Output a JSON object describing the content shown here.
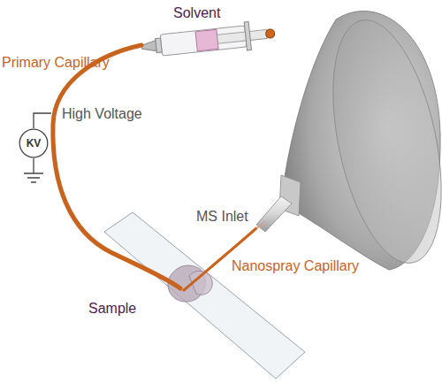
{
  "diagram": {
    "nodes": [
      {
        "text": [
          "KV"
        ]
      }
    ],
    "labels": [
      "Solvent",
      "Primary Capillary",
      "High Voltage",
      "MS Inlet",
      "Nanospray Capillary",
      "Sample"
    ]
  }
}
